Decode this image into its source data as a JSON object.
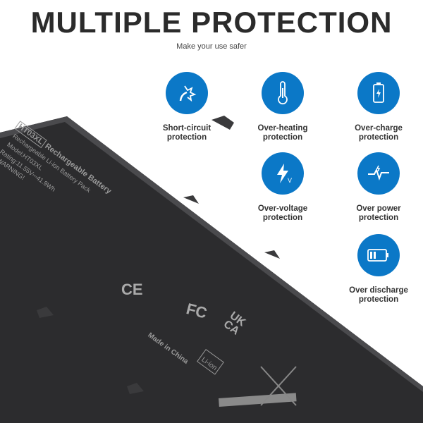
{
  "header": {
    "title": "MULTIPLE PROTECTION",
    "subtitle": "Make your use safer"
  },
  "accent_color": "#0b78c7",
  "features": [
    {
      "icon": "spark-icon",
      "line1": "Short-circuit",
      "line2": "protection"
    },
    {
      "icon": "thermometer-icon",
      "line1": "Over-heating",
      "line2": "protection"
    },
    {
      "icon": "battery-charge-icon",
      "line1": "Over-charge",
      "line2": "protection"
    },
    {
      "icon": "lightning-voltage-icon",
      "line1": "Over-voltage",
      "line2": "protection"
    },
    {
      "icon": "pulse-icon",
      "line1": "Over power",
      "line2": "protection"
    },
    {
      "icon": "battery-low-icon",
      "line1": "Over discharge",
      "line2": "protection"
    }
  ],
  "battery": {
    "model_badge": "HT03XL",
    "heading": "Rechargeable Battery",
    "line1": "Rechargeable Li-ion Battery Pack",
    "line2": "Model:HT03XL",
    "line3": "Rating:11.55V⎓41.9Wh",
    "line4": "WARNING!",
    "made_in": "Made in China",
    "ukca": "UK CA",
    "liion": "Li-ion",
    "ce": "CE",
    "fc": "FC"
  }
}
